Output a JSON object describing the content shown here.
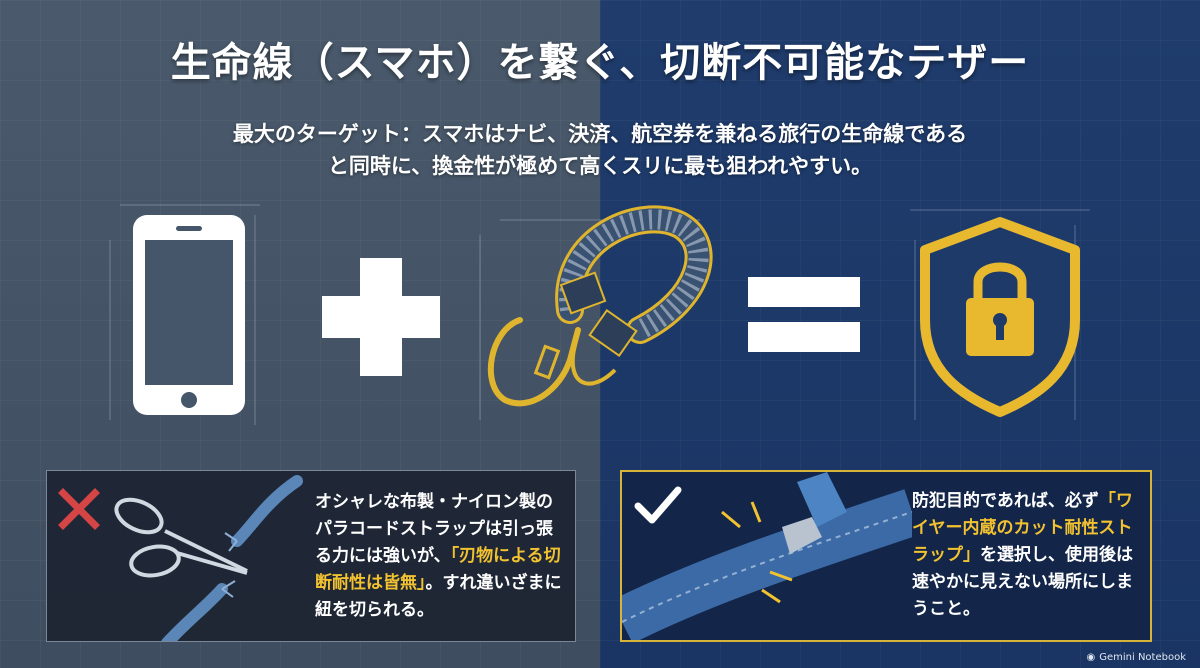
{
  "title": "生命線（スマホ）を繋ぐ、切断不可能なテザー",
  "subtitle": {
    "line1": "最大のターゲット：スマホはナビ、決済、航空券を兼ねる旅行の生命線である",
    "line2": "と同時に、換金性が極めて高くスリに最も狙われやすい。"
  },
  "equation": {
    "items": [
      "smartphone-icon",
      "plus-sign",
      "wire-strap-carabiner-icon",
      "equals-sign",
      "shield-lock-icon"
    ]
  },
  "cards": {
    "bad": {
      "icon": "cross-mark-icon",
      "text_before": "オシャレな布製・ナイロン製のパラコードストラップは引っ張る力には強いが、",
      "highlight": "「刃物による切断耐性は皆無」",
      "text_after": "。すれ違いざまに紐を切られる。"
    },
    "good": {
      "icon": "check-mark-icon",
      "text_before": "防犯目的であれば、必ず",
      "highlight": "「ワイヤー内蔵のカット耐性ストラップ」",
      "text_after": "を選択し、使用後は速やかに見えない場所にしまうこと。"
    }
  },
  "watermark": "Gemini Notebook",
  "colors": {
    "accent_gold": "#f2c230",
    "cross_red": "#d64545",
    "left_bg": "#46566a",
    "right_bg": "#1e3a68"
  }
}
